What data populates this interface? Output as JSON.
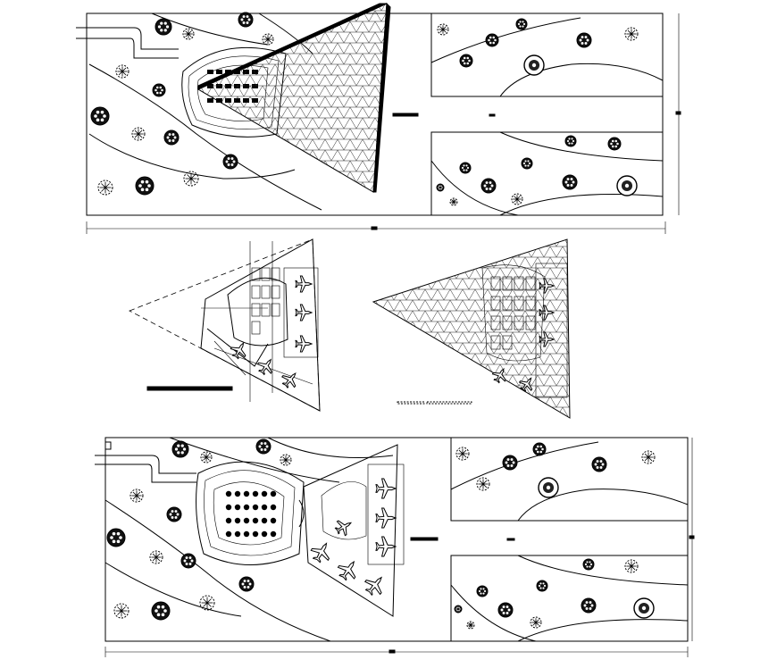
{
  "drawing": {
    "background": "#ffffff",
    "line_color": "#000000",
    "views": [
      {
        "id": "site-plan-top",
        "trees": 24
      },
      {
        "id": "terminal-plan-left"
      },
      {
        "id": "roof-plan-right",
        "caption": ""
      },
      {
        "id": "site-plan-bottom",
        "trees": 26,
        "aircraft": 7
      }
    ]
  }
}
